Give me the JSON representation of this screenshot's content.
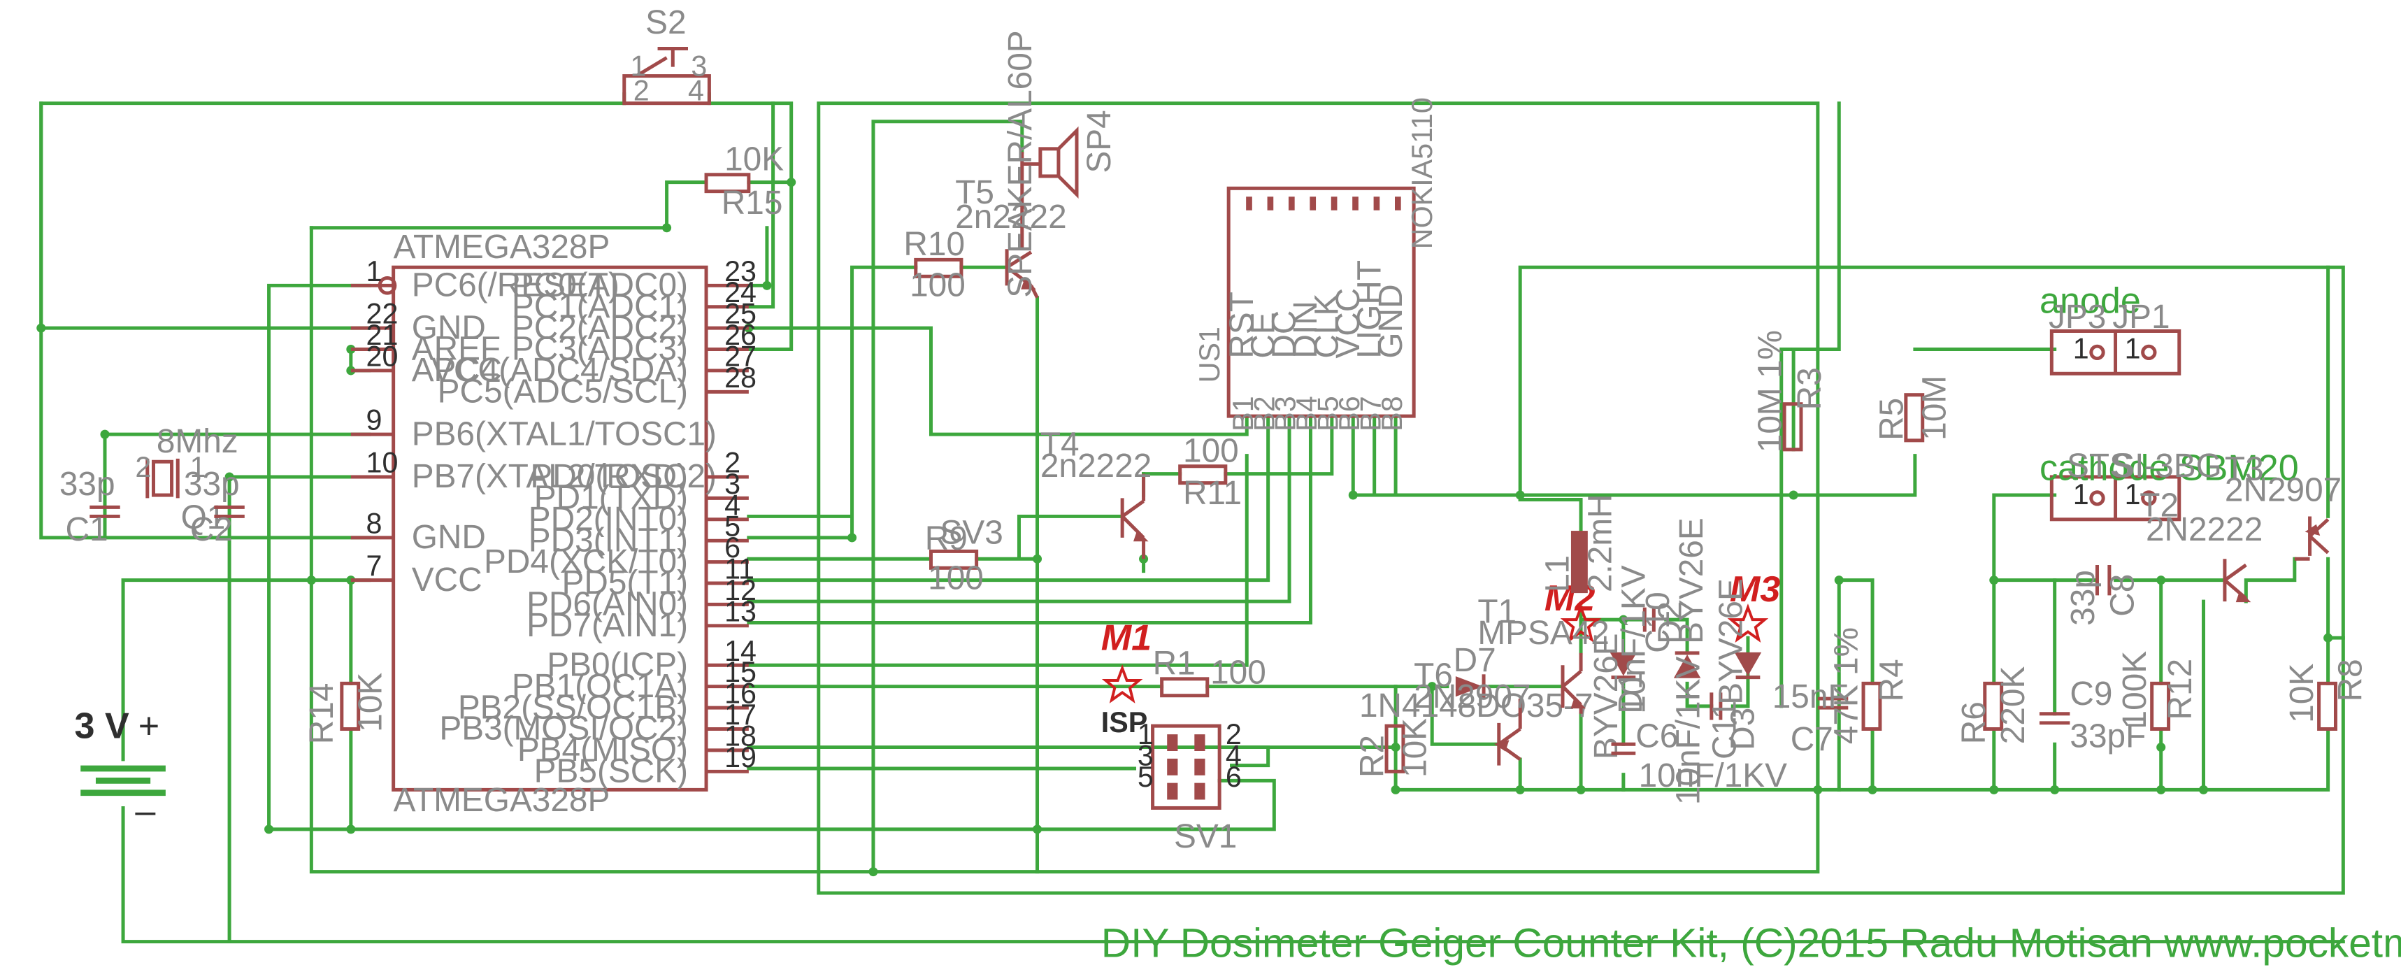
{
  "mcu": {
    "ref": "ATMEGA328P",
    "value": "ATMEGA328P",
    "left_pins": [
      {
        "num": "1",
        "name": "PC6(/RESET)"
      },
      {
        "num": "22",
        "name": "GND"
      },
      {
        "num": "21",
        "name": "AREF"
      },
      {
        "num": "20",
        "name": "AVCC"
      },
      {
        "num": "9",
        "name": "PB6(XTAL1/TOSC1)"
      },
      {
        "num": "10",
        "name": "PB7(XTAL2/TOSC2)"
      },
      {
        "num": "8",
        "name": "GND"
      },
      {
        "num": "7",
        "name": "VCC"
      }
    ],
    "right_pins": [
      {
        "num": "23",
        "name": "PC0(ADC0)"
      },
      {
        "num": "24",
        "name": "PC1(ADC1)"
      },
      {
        "num": "25",
        "name": "PC2(ADC2)"
      },
      {
        "num": "26",
        "name": "PC3(ADC3)"
      },
      {
        "num": "27",
        "name": "PC4(ADC4/SDA)"
      },
      {
        "num": "28",
        "name": "PC5(ADC5/SCL)"
      },
      {
        "num": "2",
        "name": "PD0(RXD)"
      },
      {
        "num": "3",
        "name": "PD1(TXD)"
      },
      {
        "num": "4",
        "name": "PD2(INT0)"
      },
      {
        "num": "5",
        "name": "PD3(INT1)"
      },
      {
        "num": "6",
        "name": "PD4(XCK/T0)"
      },
      {
        "num": "11",
        "name": "PD5(T1)"
      },
      {
        "num": "12",
        "name": "PD6(AIN0)"
      },
      {
        "num": "13",
        "name": "PD7(AIN1)"
      },
      {
        "num": "14",
        "name": "PB0(ICP)"
      },
      {
        "num": "15",
        "name": "PB1(OC1A)"
      },
      {
        "num": "16",
        "name": "PB2(SS/OC1B)"
      },
      {
        "num": "17",
        "name": "PB3(MOSI/OC2)"
      },
      {
        "num": "18",
        "name": "PB4(MISO)"
      },
      {
        "num": "19",
        "name": "PB5(SCK)"
      }
    ]
  },
  "lcd": {
    "ref": "US1",
    "value": "NOKIA5110",
    "pins": [
      "RST",
      "CE",
      "DC",
      "DIN",
      "CLK",
      "VCC",
      "LIGHT",
      "GND"
    ],
    "pads": [
      "B1",
      "B2",
      "B3",
      "B4",
      "B5",
      "B6",
      "B7",
      "B8"
    ]
  },
  "labels": {
    "s2": "S2",
    "s2_pins": [
      "1",
      "2",
      "3",
      "4"
    ],
    "r15": "R15",
    "r15_val": "10K",
    "r10": "R10",
    "r10_val": "100",
    "t5": "T5",
    "t5_val": "2n2222",
    "sp4": "SP4",
    "sp4_val": "SPEAKER/AL60P",
    "t4": "T4",
    "t4_val": "2n2222",
    "r11": "R11",
    "r11_val": "100",
    "r9": "R9",
    "r9_val": "100",
    "sv3": "SV3",
    "r1": "R1",
    "r1_val": "100",
    "m1": "M1",
    "m2": "M2",
    "m3": "M3",
    "isp": "ISP",
    "sv1": "SV1",
    "isp_pins": [
      "1",
      "2",
      "3",
      "4",
      "5",
      "6"
    ],
    "q1": "Q1",
    "q1_val": "8Mhz",
    "q1_pins": [
      "2",
      "1"
    ],
    "c1": "C1",
    "c1_val": "33p",
    "c2": "C2",
    "c2_val": "33p",
    "r14": "R14",
    "r14_val": "10K",
    "bat_v": "3 V",
    "bat_plus": "+",
    "bat_minus": "–",
    "d7": "D7",
    "d7_val": "1N4148DO35-7",
    "t6": "T6",
    "t6_val": "2N2907",
    "r2": "R2",
    "r2_val": "10K",
    "t1": "T1",
    "t1_val": "MPSA42",
    "l1": "L1",
    "l1_val": "2.2mH",
    "d1": "D1",
    "d1_val": "BYV26E",
    "c10": "C10",
    "c10_val": "10nF/1KV",
    "d2": "D2",
    "d2_val": "BYV26E",
    "c6": "C6",
    "c6_val": "10nF/1KV",
    "c11": "C11",
    "c11_val": "10nF/1KV",
    "d3": "D3",
    "d3_val": "BYV26E",
    "c7": "C7",
    "c7_val": "15nF",
    "r4": "R4",
    "r4_val": "47K 1%",
    "r3": "R3",
    "r3_val": "10M 1%",
    "r5": "R5",
    "r5_val": "10M",
    "anode": "anode",
    "jp3": "JP3",
    "jp1": "JP1",
    "jp_pin": "1",
    "cathode": "cathode SBM20",
    "sts": "STS",
    "si3bg": "SI-3BG",
    "t3": "T3",
    "t3_val": "2N2907",
    "t2": "T2",
    "t2_val": "2N2222",
    "c8": "C8",
    "c8_val": "33p",
    "r6": "R6",
    "r6_val": "220K",
    "c9": "C9",
    "c9_val": "33pF",
    "r12": "R12",
    "r12_val": "100K",
    "r8": "R8",
    "r8_val": "10K"
  },
  "footer": "DIY Dosimeter Geiger Counter Kit, (C)2015 Radu Motisan www.pocketmagic.net  . Released as open source under GPL v2",
  "colors": {
    "wire": "#3da73d",
    "part": "#a14a4a",
    "text": "#8a8a8a",
    "marker": "#d11f1f"
  }
}
